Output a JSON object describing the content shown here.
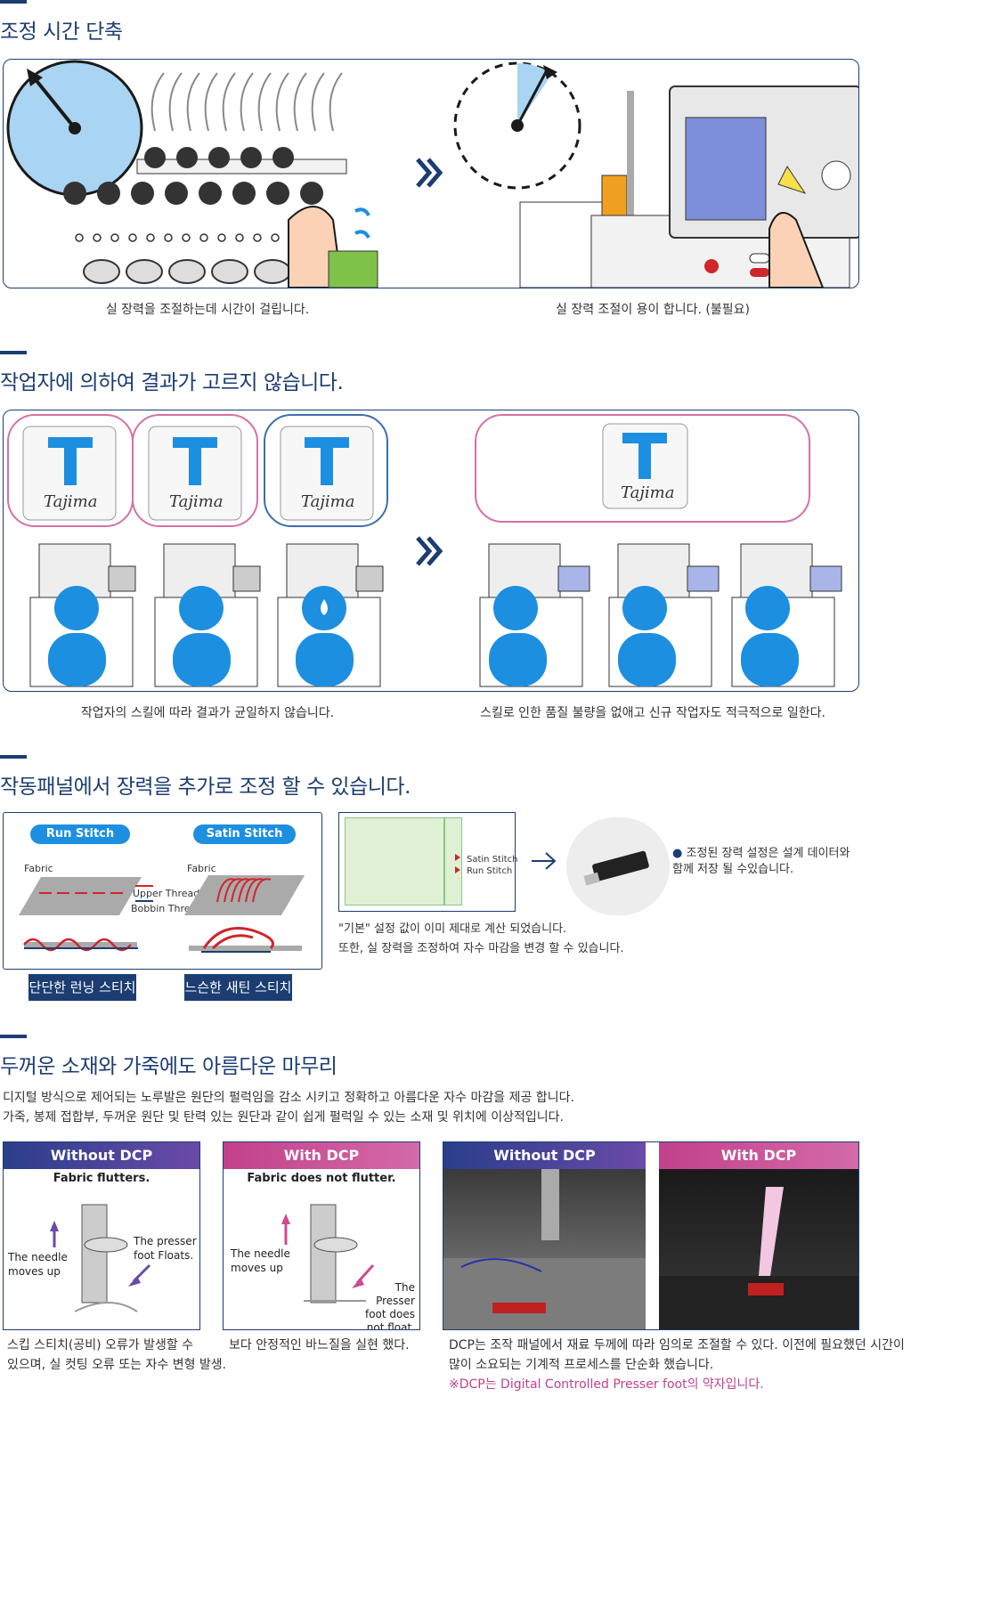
{
  "section1": {
    "title": "조정 시간 단축",
    "caption_left": "실 장력을 조절하는데 시간이 걸립니다.",
    "caption_right": "실 장력 조절이 용이 합니다. (불필요)"
  },
  "section2": {
    "title": "작업자에 의하여 결과가 고르지 않습니다.",
    "logo_text": "Tajima",
    "caption_left": "작업자의 스킬에 따라 결과가 균일하지 않습니다.",
    "caption_right": "스킬로 인한 품질 불량을 없애고 신규 작업자도 적극적으로 일한다."
  },
  "section3": {
    "title": "작동패널에서 장력을 추가로 조정 할 수 있습니다.",
    "run_stitch": "Run Stitch",
    "satin_stitch": "Satin Stitch",
    "fabric": "Fabric",
    "upper_thread": "Upper Thread",
    "bobbin_thread": "Bobbin Thread",
    "label_run": "단단한 런닝 스티치",
    "label_satin": "느슨한 새틴 스티치",
    "screen_satin": "Satin Stitch",
    "screen_run": "Run Stitch",
    "note_1": "\"기본\" 설정 값이 이미 제대로 계산 되었습니다.",
    "note_2": "또한, 실 장력을 조정하여 자수 마감을 변경 할 수 있습니다.",
    "bullet": "조정된 장력 설정은 설계 데이터와 함께 저장 될 수있습니다."
  },
  "section4": {
    "title": "두꺼운 소재와 가죽에도 아름다운 마무리",
    "para_1": "디지털 방식으로 제어되는 노루발은 원단의 펄럭임을 감소 시키고 정확하고 아름다운 자수 마감을 제공 합니다.",
    "para_2": "가죽, 봉제 접합부, 두꺼운 원단 및 탄력 있는 원단과 같이 쉽게 펄럭일 수 있는 소재 및 위치에 이상적입니다.",
    "card_without": {
      "head": "Without DCP",
      "sub": "Fabric flutters.",
      "needle": "The needle moves up",
      "presser": "The presser foot Floats."
    },
    "card_with": {
      "head": "With DCP",
      "sub": "Fabric does not flutter.",
      "needle": "The needle moves up",
      "presser": "The Presser foot does not float."
    },
    "photo_without": "Without DCP",
    "photo_with": "With DCP",
    "cap_left_1": "스킵 스티치(공비) 오류가 발생할 수",
    "cap_left_2": "있으며, 실 컷팅 오류 또는 자수 변형 발생.",
    "cap_mid": "보다 안정적인 바느질을 실현 했다.",
    "cap_right_1": "DCP는 조작 패널에서 재료 두께에 따라 임의로 조절할 수 있다. 이전에 필요했던 시간이",
    "cap_right_2": "많이 소요되는 기계적 프로세스를 단순화 했습니다.",
    "cap_right_3": "※DCP는 Digital Controlled Presser foot의 약자입니다."
  },
  "colors": {
    "navy": "#1c3d72",
    "blue": "#1d8fe0",
    "pink": "#d23a8c",
    "red": "#d0252a"
  }
}
